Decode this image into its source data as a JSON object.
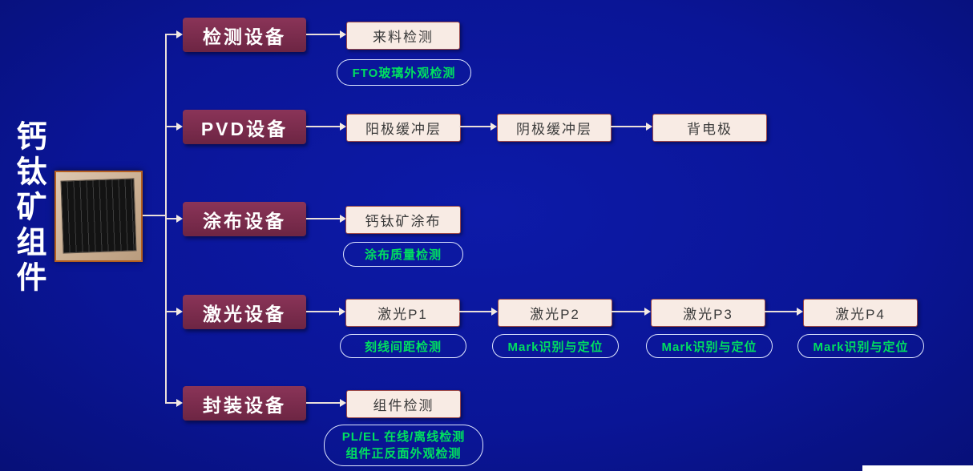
{
  "title": "钙钛矿组件",
  "colors": {
    "background": "#0a1596",
    "category_box": "#7a2d4e",
    "process_box": "#f8ebe4",
    "process_border": "#9c4a4a",
    "check_text_green": "#00e060",
    "connector": "#eadfda",
    "photo_border": "#b55f1f"
  },
  "photo": {
    "name": "perovskite-module-photo"
  },
  "rows": [
    {
      "category": "检测设备",
      "steps": [
        "来料检测"
      ],
      "checks": [
        "FTO玻璃外观检测"
      ]
    },
    {
      "category": "PVD设备",
      "steps": [
        "阳极缓冲层",
        "阴极缓冲层",
        "背电极"
      ],
      "checks": []
    },
    {
      "category": "涂布设备",
      "steps": [
        "钙钛矿涂布"
      ],
      "checks": [
        "涂布质量检测"
      ]
    },
    {
      "category": "激光设备",
      "steps": [
        "激光P1",
        "激光P2",
        "激光P3",
        "激光P4"
      ],
      "checks": [
        "刻线间距检测",
        "Mark识别与定位",
        "Mark识别与定位",
        "Mark识别与定位"
      ]
    },
    {
      "category": "封装设备",
      "steps": [
        "组件检测"
      ],
      "checks": [
        "PL/EL 在线/离线检测\n组件正反面外观检测"
      ]
    }
  ]
}
